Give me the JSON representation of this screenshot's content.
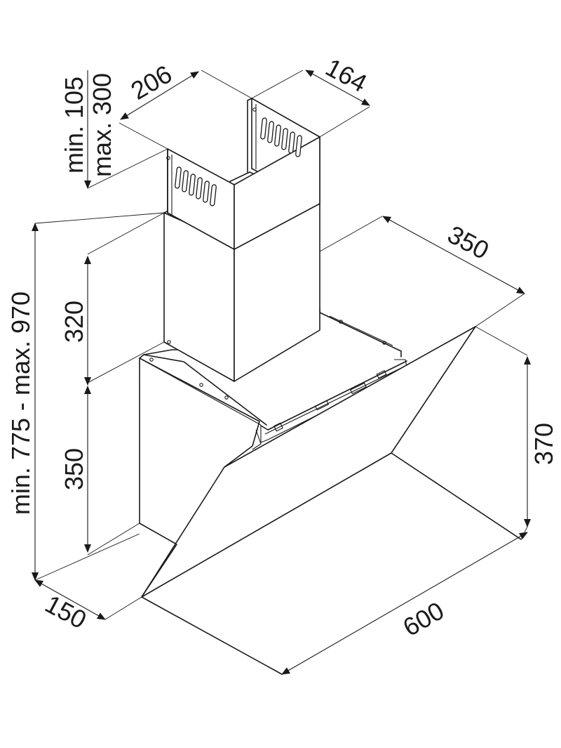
{
  "dimensions": {
    "chimney_width": "206",
    "chimney_depth": "164",
    "upper_chimney_adjust_min": "min. 105",
    "upper_chimney_adjust_max": "max. 300",
    "lower_chimney_height": "320",
    "body_height": "350",
    "total_height": "min. 775 - max. 970",
    "hood_depth": "350",
    "glass_height": "370",
    "base_depth": "150",
    "hood_width": "600"
  }
}
